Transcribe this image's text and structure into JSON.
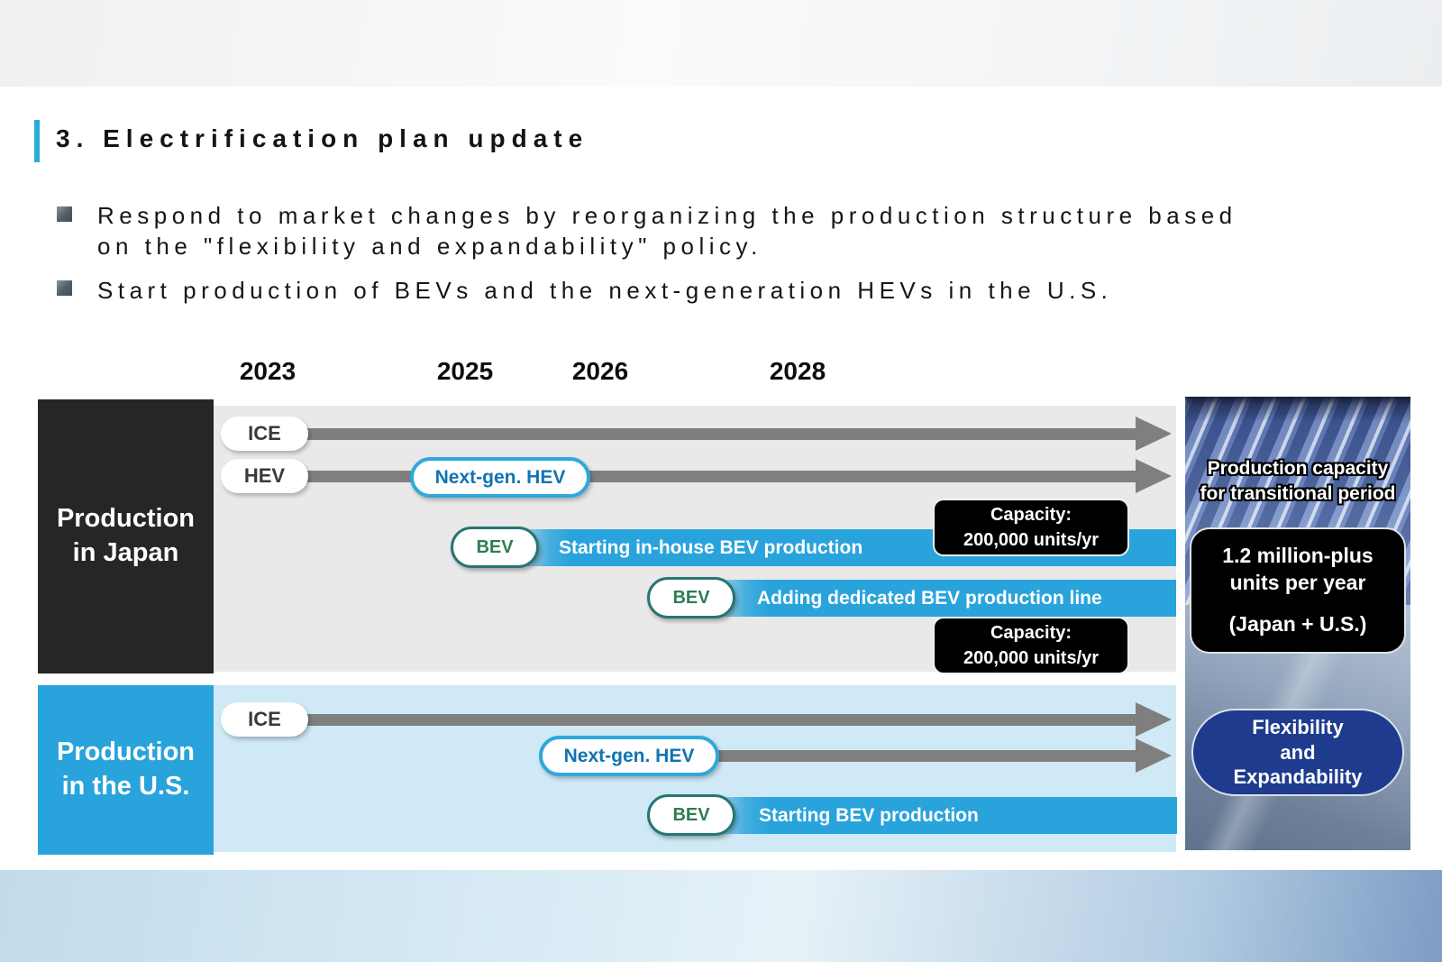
{
  "slide": {
    "title": "3. Electrification plan update",
    "bullets": [
      "Respond to market changes by reorganizing the production structure based\non the \"flexibility and expandability\" policy.",
      "Start production of BEVs and the next-generation HEVs in the U.S."
    ]
  },
  "timeline": {
    "years": [
      "2023",
      "2025",
      "2026",
      "2028"
    ],
    "japan": {
      "label": "Production in Japan",
      "ice": "ICE",
      "hev": "HEV",
      "next_gen_hev": "Next-gen. HEV",
      "bev1_tag": "BEV",
      "bev1_text": "Starting in-house BEV production",
      "bev1_capacity": "Capacity:\n200,000 units/yr",
      "bev2_tag": "BEV",
      "bev2_text": "Adding dedicated BEV production line",
      "bev2_capacity": "Capacity:\n200,000 units/yr"
    },
    "us": {
      "label": "Production in the U.S.",
      "ice": "ICE",
      "next_gen_hev": "Next-gen. HEV",
      "bev_tag": "BEV",
      "bev_text": "Starting BEV production"
    }
  },
  "right_panel": {
    "caption": "Production capacity\nfor transitional period",
    "capacity_total": "1.2 million-plus\nunits per year",
    "capacity_scope": "(Japan + U.S.)",
    "policy": "Flexibility\nand\nExpandability"
  },
  "colors": {
    "accent_blue": "#29a3dc",
    "japan_label_bg": "#262626",
    "us_label_bg": "#29a3dc",
    "japan_lane_bg": "#e9e9e9",
    "us_lane_bg": "#cfe9f6",
    "arrow_gray": "#7f7f7f",
    "bev_text_green": "#2f7d54",
    "bev_border_teal": "#257674",
    "hev_text_blue": "#1173b3",
    "capacity_badge_bg": "#000000",
    "policy_pill_navy": "#1e3b8e"
  }
}
